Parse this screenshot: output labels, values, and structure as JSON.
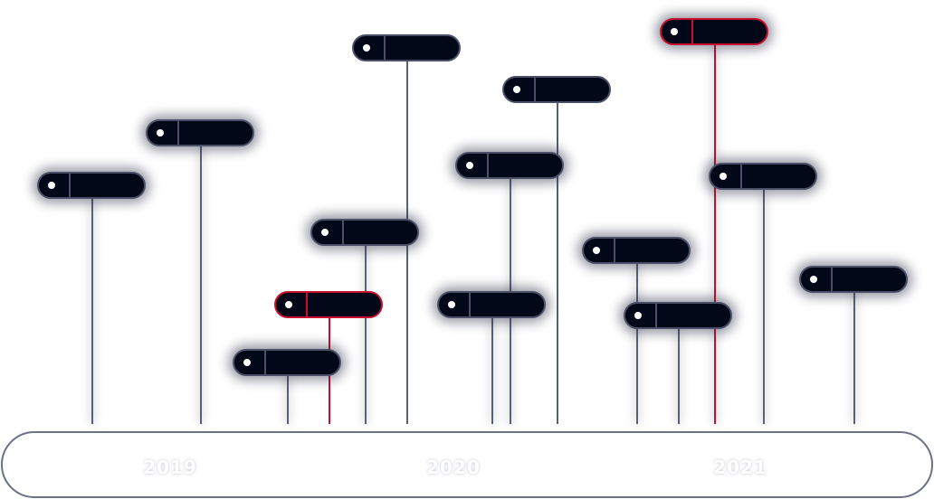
{
  "timeline": {
    "year_labels": [
      "2019",
      "2020",
      "2021"
    ],
    "colors": {
      "pill_fill": "#020817",
      "pill_border": "#4a5068",
      "stem": "#5a6075",
      "active": "#c8102e",
      "dot": "#ffffff",
      "track_border": "#6b7185"
    },
    "events": [
      {
        "id": "event-1",
        "active": false,
        "glow": true
      },
      {
        "id": "event-2",
        "active": false,
        "glow": true
      },
      {
        "id": "event-3",
        "active": false,
        "glow": true
      },
      {
        "id": "event-4",
        "active": true,
        "glow": false
      },
      {
        "id": "event-5",
        "active": false,
        "glow": true
      },
      {
        "id": "event-6",
        "active": false,
        "glow": false
      },
      {
        "id": "event-7",
        "active": false,
        "glow": true
      },
      {
        "id": "event-8",
        "active": false,
        "glow": true
      },
      {
        "id": "event-9",
        "active": false,
        "glow": false
      },
      {
        "id": "event-10",
        "active": false,
        "glow": true
      },
      {
        "id": "event-11",
        "active": false,
        "glow": true
      },
      {
        "id": "event-12",
        "active": true,
        "glow": true
      },
      {
        "id": "event-13",
        "active": false,
        "glow": true
      },
      {
        "id": "event-14",
        "active": false,
        "glow": true
      }
    ]
  }
}
